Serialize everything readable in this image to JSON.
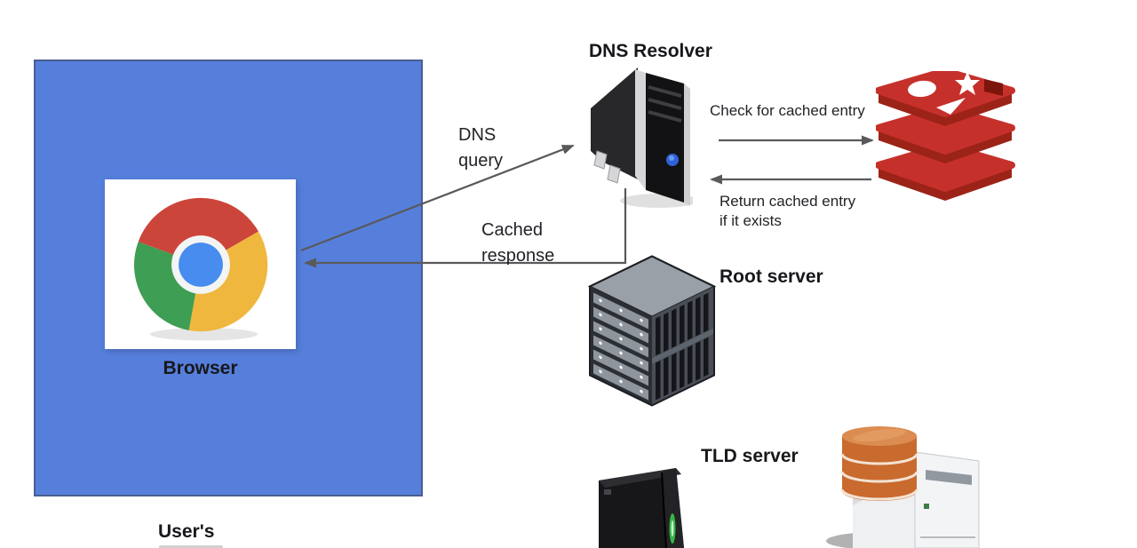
{
  "nodes": {
    "user_computer": {
      "label": "User's"
    },
    "browser": {
      "label": "Browser"
    },
    "dns_resolver": {
      "label": "DNS Resolver"
    },
    "root_server": {
      "label": "Root server"
    },
    "tld_server": {
      "label": "TLD server"
    }
  },
  "edges": {
    "dns_query": {
      "line1": "DNS",
      "line2": "query"
    },
    "cached_response": {
      "line1": "Cached",
      "line2": "response"
    },
    "check_cache": {
      "label": "Check for cached entry"
    },
    "return_cache": {
      "line1": "Return cached entry",
      "line2": "if it exists"
    }
  },
  "icons": {
    "browser": "chrome-logo-icon",
    "dns_resolver": "server-tower-icon",
    "cache": "redis-stack-icon",
    "root_server": "server-rack-icon",
    "tld_server": "black-tower-server-icon",
    "database_server": "database-server-icon"
  },
  "colors": {
    "user_box_blue": "#567fdc",
    "arrow_gray": "#59595b",
    "text_dark": "#17181b",
    "redis_red": "#c6302b",
    "redis_dark_red": "#9c2318",
    "database_orange": "#c96a2e",
    "chrome_red": "#cc453a",
    "chrome_yellow": "#efb73e",
    "chrome_green": "#3e9e53",
    "chrome_blue": "#478cee",
    "led_green": "#3bd14d",
    "led_blue": "#2f62d6"
  }
}
